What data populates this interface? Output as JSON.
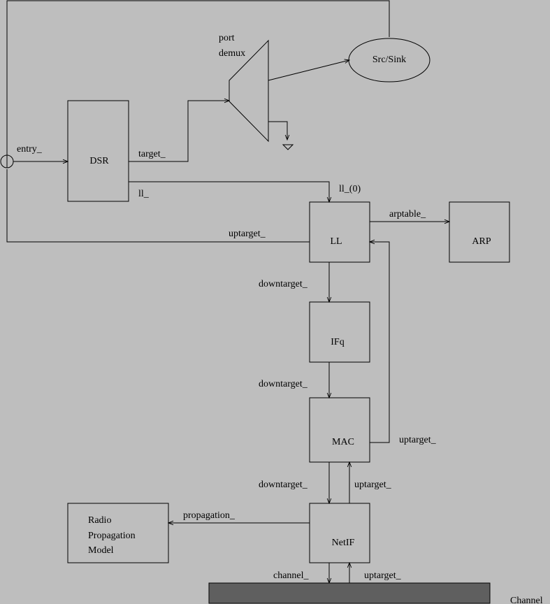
{
  "nodes": {
    "src_sink": "Src/Sink",
    "port_demux_line1": "port",
    "port_demux_line2": "demux",
    "dsr": "DSR",
    "ll": "LL",
    "arp": "ARP",
    "ifq": "IFq",
    "mac": "MAC",
    "netif": "NetIF",
    "radio_line1": "Radio",
    "radio_line2": "Propagation",
    "radio_line3": "Model",
    "channel": "Channel"
  },
  "edges": {
    "entry": "entry_",
    "target": "target_",
    "ll": "ll_",
    "ll0": "ll_(0)",
    "uptarget_ll": "uptarget_",
    "arptable": "arptable_",
    "downtarget_ll": "downtarget_",
    "downtarget_ifq": "downtarget_",
    "uptarget_mac": "uptarget_",
    "downtarget_mac": "downtarget_",
    "uptarget_netif": "uptarget_",
    "propagation": "propagation_",
    "channel": "channel_",
    "uptarget_channel": "uptarget_"
  }
}
